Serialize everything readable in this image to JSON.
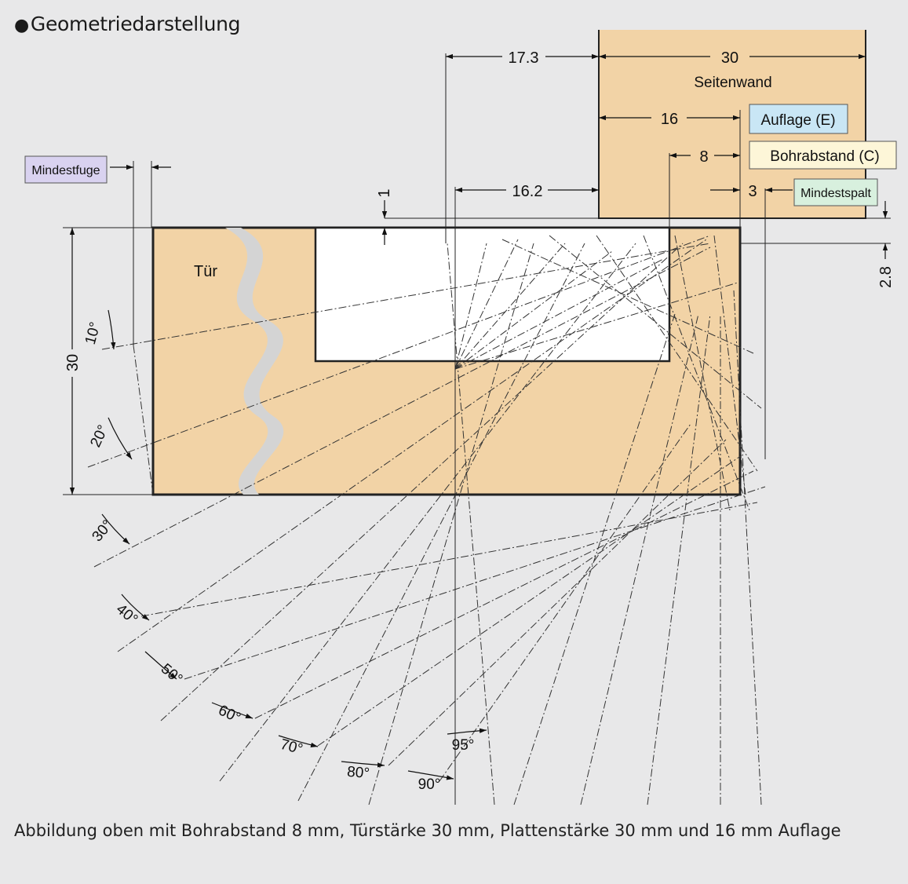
{
  "title": "Geometriedarstellung",
  "title_bullet": "●",
  "caption": "Abbildung oben mit Bohrabstand 8 mm, Türstärke 30 mm, Plattenstärke 30 mm und 16 mm Auflage",
  "colors": {
    "background": "#e8e8e9",
    "wood": "#f2d3a6",
    "pocket": "#ffffff",
    "auflage_box": "#c9e6f5",
    "bohrabstand_box": "#fdf6d8",
    "mindestspalt_box": "#d8f0de",
    "mindestfuge_box": "#d9d2f0"
  },
  "labels": {
    "door": "Tür",
    "side_panel": "Seitenwand",
    "auflage": "Auflage (E)",
    "bohrabstand": "Bohrabstand (C)",
    "mindestspalt": "Mindestspalt",
    "mindestfuge": "Mindestfuge"
  },
  "dimensions": {
    "d_17_3": "17.3",
    "d_30_top": "30",
    "d_16": "16",
    "d_8": "8",
    "d_16_2": "16.2",
    "d_3": "3",
    "d_1": "1",
    "d_2_8": "2.8",
    "d_30_left": "30"
  },
  "angles": [
    "10°",
    "20°",
    "30°",
    "40°",
    "50°",
    "60°",
    "70°",
    "80°",
    "90°",
    "95°"
  ]
}
